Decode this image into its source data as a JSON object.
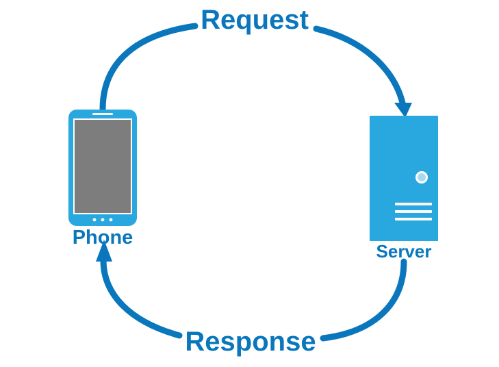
{
  "labels": {
    "request": "Request",
    "response": "Response",
    "phone": "Phone",
    "server": "Server"
  },
  "colors": {
    "arrow": "#0a77bd",
    "device": "#29a8e0",
    "screen": "#7d7d7d",
    "text": "#0a77bd",
    "device_detail": "#ffffff",
    "server_led": "#a9d9f2"
  },
  "icons": {
    "phone": "smartphone-icon",
    "server": "server-tower-icon"
  }
}
